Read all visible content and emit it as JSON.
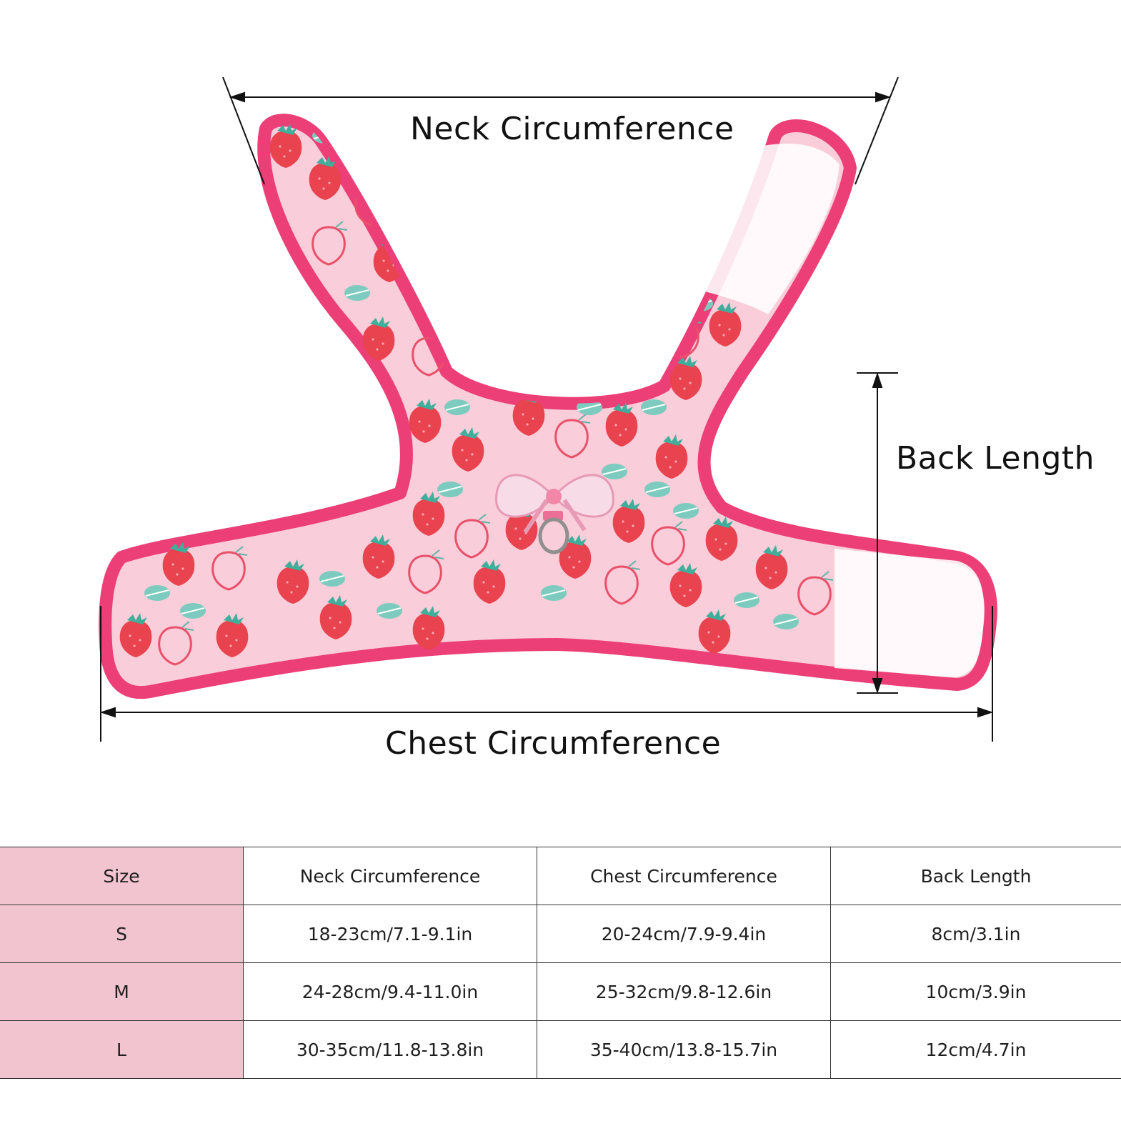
{
  "figure": {
    "labels": {
      "neck": "Neck Circumference",
      "back": "Back Length",
      "chest": "Chest Circumference"
    },
    "colors": {
      "binding": "#ec3f78",
      "fabric": "#f9cdd9",
      "strawberry": "#e8434f",
      "leaf": "#7ccbbe",
      "table_header": "#f1c4cf"
    }
  },
  "table": {
    "headers": [
      "Size",
      "Neck Circumference",
      "Chest Circumference",
      "Back Length"
    ],
    "rows": [
      [
        "S",
        "18-23cm/7.1-9.1in",
        "20-24cm/7.9-9.4in",
        "8cm/3.1in"
      ],
      [
        "M",
        "24-28cm/9.4-11.0in",
        "25-32cm/9.8-12.6in",
        "10cm/3.9in"
      ],
      [
        "L",
        "30-35cm/11.8-13.8in",
        "35-40cm/13.8-15.7in",
        "12cm/4.7in"
      ]
    ]
  }
}
